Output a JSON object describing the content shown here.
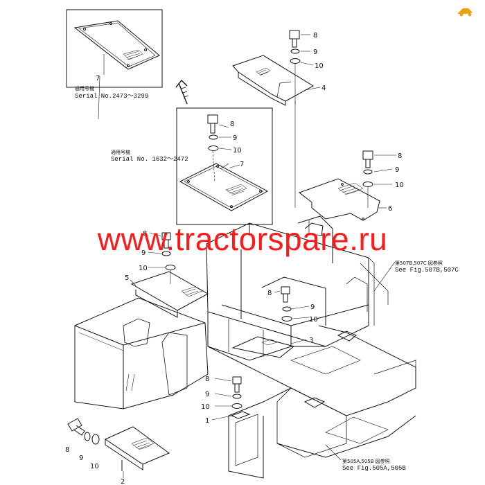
{
  "callouts": {
    "c1": "1",
    "c2": "2",
    "c3": "3",
    "c4": "4",
    "c5": "5",
    "c6": "6",
    "c7": "7",
    "c8": "8",
    "c9": "9",
    "c10": "10"
  },
  "serial_top": {
    "jp": "通用号機",
    "label": "Serial No.2473～3299"
  },
  "serial_mid": {
    "jp": "適用号機",
    "label": "Serial No. 1632～2472"
  },
  "ref_right": {
    "jp": "第507B,507C 図参照",
    "label": "See Fig.507B,507C"
  },
  "ref_bottom": {
    "jp": "第505A,505B 図参照",
    "label": "See Fig.505A,505B"
  },
  "watermark": "www.tractorspare.ru",
  "colors": {
    "line": "#111111",
    "watermark": "#ff1a1a",
    "logo": "#e8a317"
  }
}
